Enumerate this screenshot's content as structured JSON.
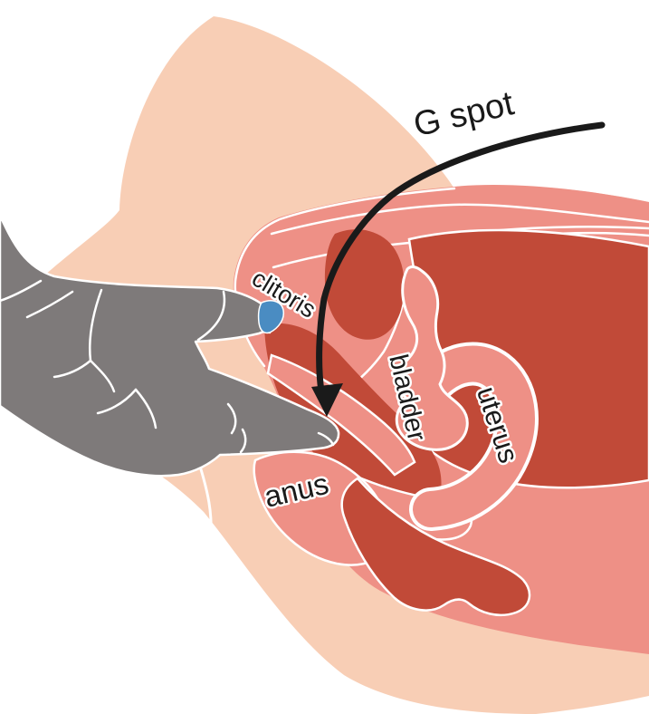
{
  "figure": {
    "type": "anatomical-cross-section-diagram",
    "labels": {
      "g_spot": "G spot",
      "clitoris": "clitoris",
      "bladder": "bladder",
      "uterus": "uterus",
      "anus": "anus"
    },
    "colors": {
      "background": "#ffffff",
      "skin_light": "#f8ceb5",
      "tissue_pink": "#ee9086",
      "cavity_red": "#c14a38",
      "hand_gray": "#7e7a7a",
      "clitoris_blue": "#4a8cc2",
      "outline_white": "#ffffff",
      "ink_black": "#1a1a1a"
    }
  }
}
